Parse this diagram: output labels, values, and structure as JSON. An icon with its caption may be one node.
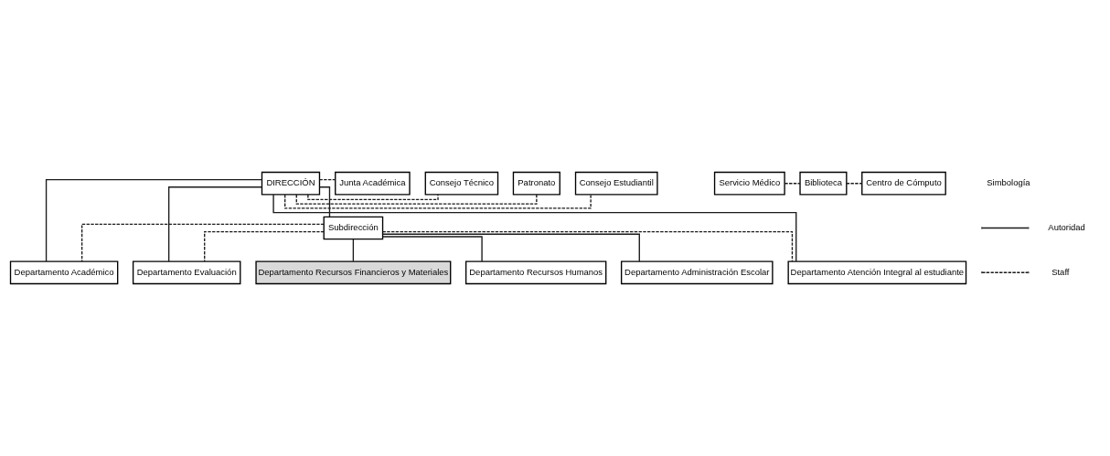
{
  "diagram": {
    "nodes": [
      {
        "text": [
          "DIRECCIÓN"
        ]
      },
      {
        "text": [
          "Junta Académica"
        ]
      },
      {
        "text": [
          "Consejo Técnico"
        ]
      },
      {
        "text": [
          "Consejo Estudiantil"
        ]
      },
      {
        "text": [
          "Patronato"
        ]
      },
      {
        "text": [
          "Servicio Médico"
        ]
      },
      {
        "text": [
          "Biblioteca"
        ]
      },
      {
        "text": [
          "Centro de Cómputo"
        ]
      },
      {
        "text": [
          "Subdirección"
        ]
      },
      {
        "text": [
          "Departamento Atención Integral al estudiante"
        ]
      },
      {
        "text": [
          "Departamento Académico"
        ]
      },
      {
        "text": [
          "Departamento Evaluación"
        ]
      },
      {
        "text": [
          "Departamento Recursos Financieros y Materiales"
        ]
      },
      {
        "text": [
          "Departamento Recursos Humanos"
        ]
      },
      {
        "text": [
          "Departamento Administración Escolar"
        ]
      }
    ],
    "edges": [
      {
        "from": 0,
        "to": 1,
        "arrow": "none",
        "style": "dashed"
      },
      {
        "from": 0,
        "to": 2,
        "arrow": "none",
        "style": "dashed"
      },
      {
        "from": 0,
        "to": 3,
        "arrow": "none",
        "style": "dashed"
      },
      {
        "from": 0,
        "to": 4,
        "arrow": "none",
        "style": "dashed"
      },
      {
        "from": 5,
        "to": 6,
        "arrow": "none",
        "style": "dashed"
      },
      {
        "from": 6,
        "to": 7,
        "arrow": "none",
        "style": "dashed"
      },
      {
        "from": 0,
        "to": 8,
        "arrow": "none"
      },
      {
        "from": 0,
        "to": 9,
        "arrow": "none"
      },
      {
        "from": 0,
        "to": 10,
        "arrow": "none"
      },
      {
        "from": 0,
        "to": 11,
        "arrow": "none"
      },
      {
        "from": 8,
        "to": 9,
        "arrow": "none",
        "style": "dashed"
      },
      {
        "from": 8,
        "to": 10,
        "arrow": "none",
        "style": "dashed"
      },
      {
        "from": 8,
        "to": 11,
        "arrow": "none",
        "style": "dashed"
      },
      {
        "from": 8,
        "to": 12,
        "arrow": "none"
      },
      {
        "from": 8,
        "to": 13,
        "arrow": "none"
      },
      {
        "from": 8,
        "to": 14,
        "arrow": "none"
      }
    ],
    "labels": [
      "Simbología"
    ],
    "legend": [
      {
        "text": "Autoridad"
      },
      {
        "text": "Staff"
      }
    ]
  }
}
